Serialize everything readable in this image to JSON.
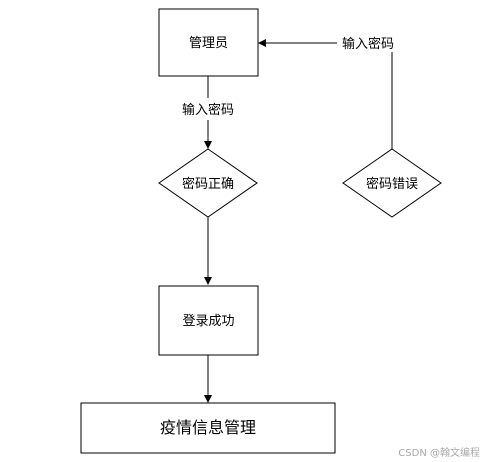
{
  "nodes": {
    "admin": {
      "label": "管理员"
    },
    "password_correct": {
      "label": "密码正确"
    },
    "password_wrong": {
      "label": "密码错误"
    },
    "login_success": {
      "label": "登录成功"
    },
    "epidemic_management": {
      "label": "疫情信息管理"
    }
  },
  "edges": {
    "admin_to_check": {
      "label": "输入密码"
    },
    "wrong_to_admin": {
      "label": "输入密码"
    }
  },
  "watermark": "CSDN @翰文编程"
}
